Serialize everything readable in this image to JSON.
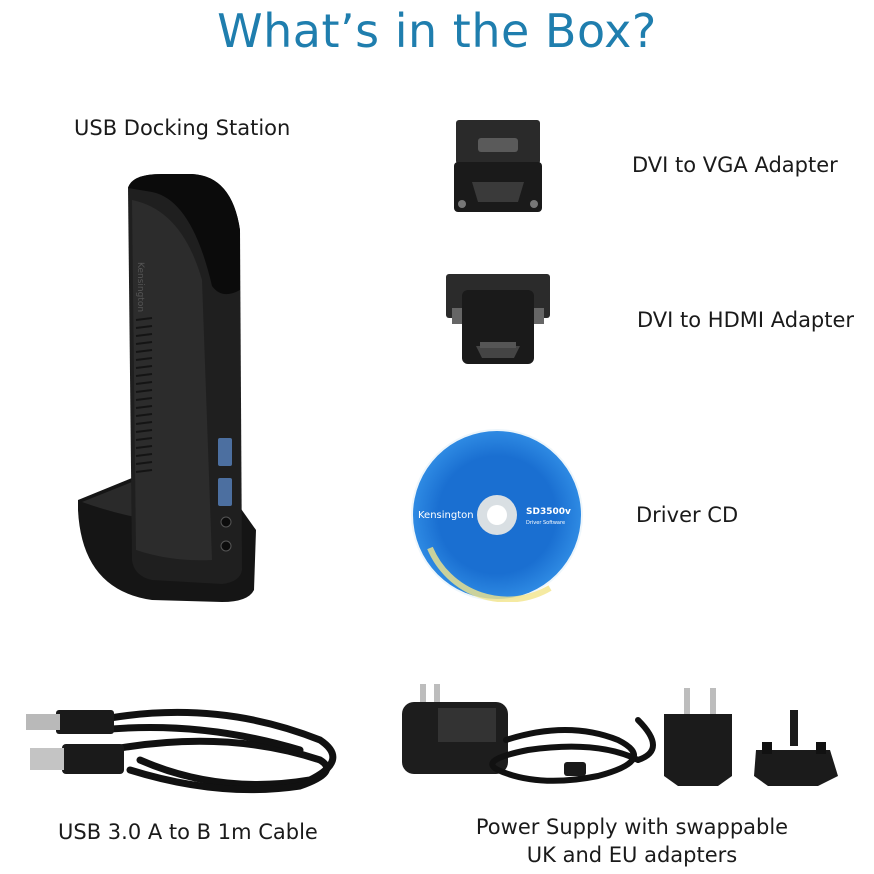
{
  "page": {
    "title": "What’s in the Box?",
    "accent_color": "#1f7eae"
  },
  "items": {
    "docking_station": {
      "label": "USB Docking Station",
      "brand": "Kensington"
    },
    "dvi_vga": {
      "label": "DVI to VGA Adapter"
    },
    "dvi_hdmi": {
      "label": "DVI to HDMI Adapter"
    },
    "driver_cd": {
      "label": "Driver CD",
      "brand": "Kensington",
      "model": "SD3500v",
      "sub": "Driver Software",
      "disc_color": "#1667c7"
    },
    "usb_cable": {
      "label": "USB 3.0 A to B 1m Cable"
    },
    "power_supply": {
      "label_line1": "Power Supply with swappable",
      "label_line2": "UK and EU adapters"
    }
  }
}
